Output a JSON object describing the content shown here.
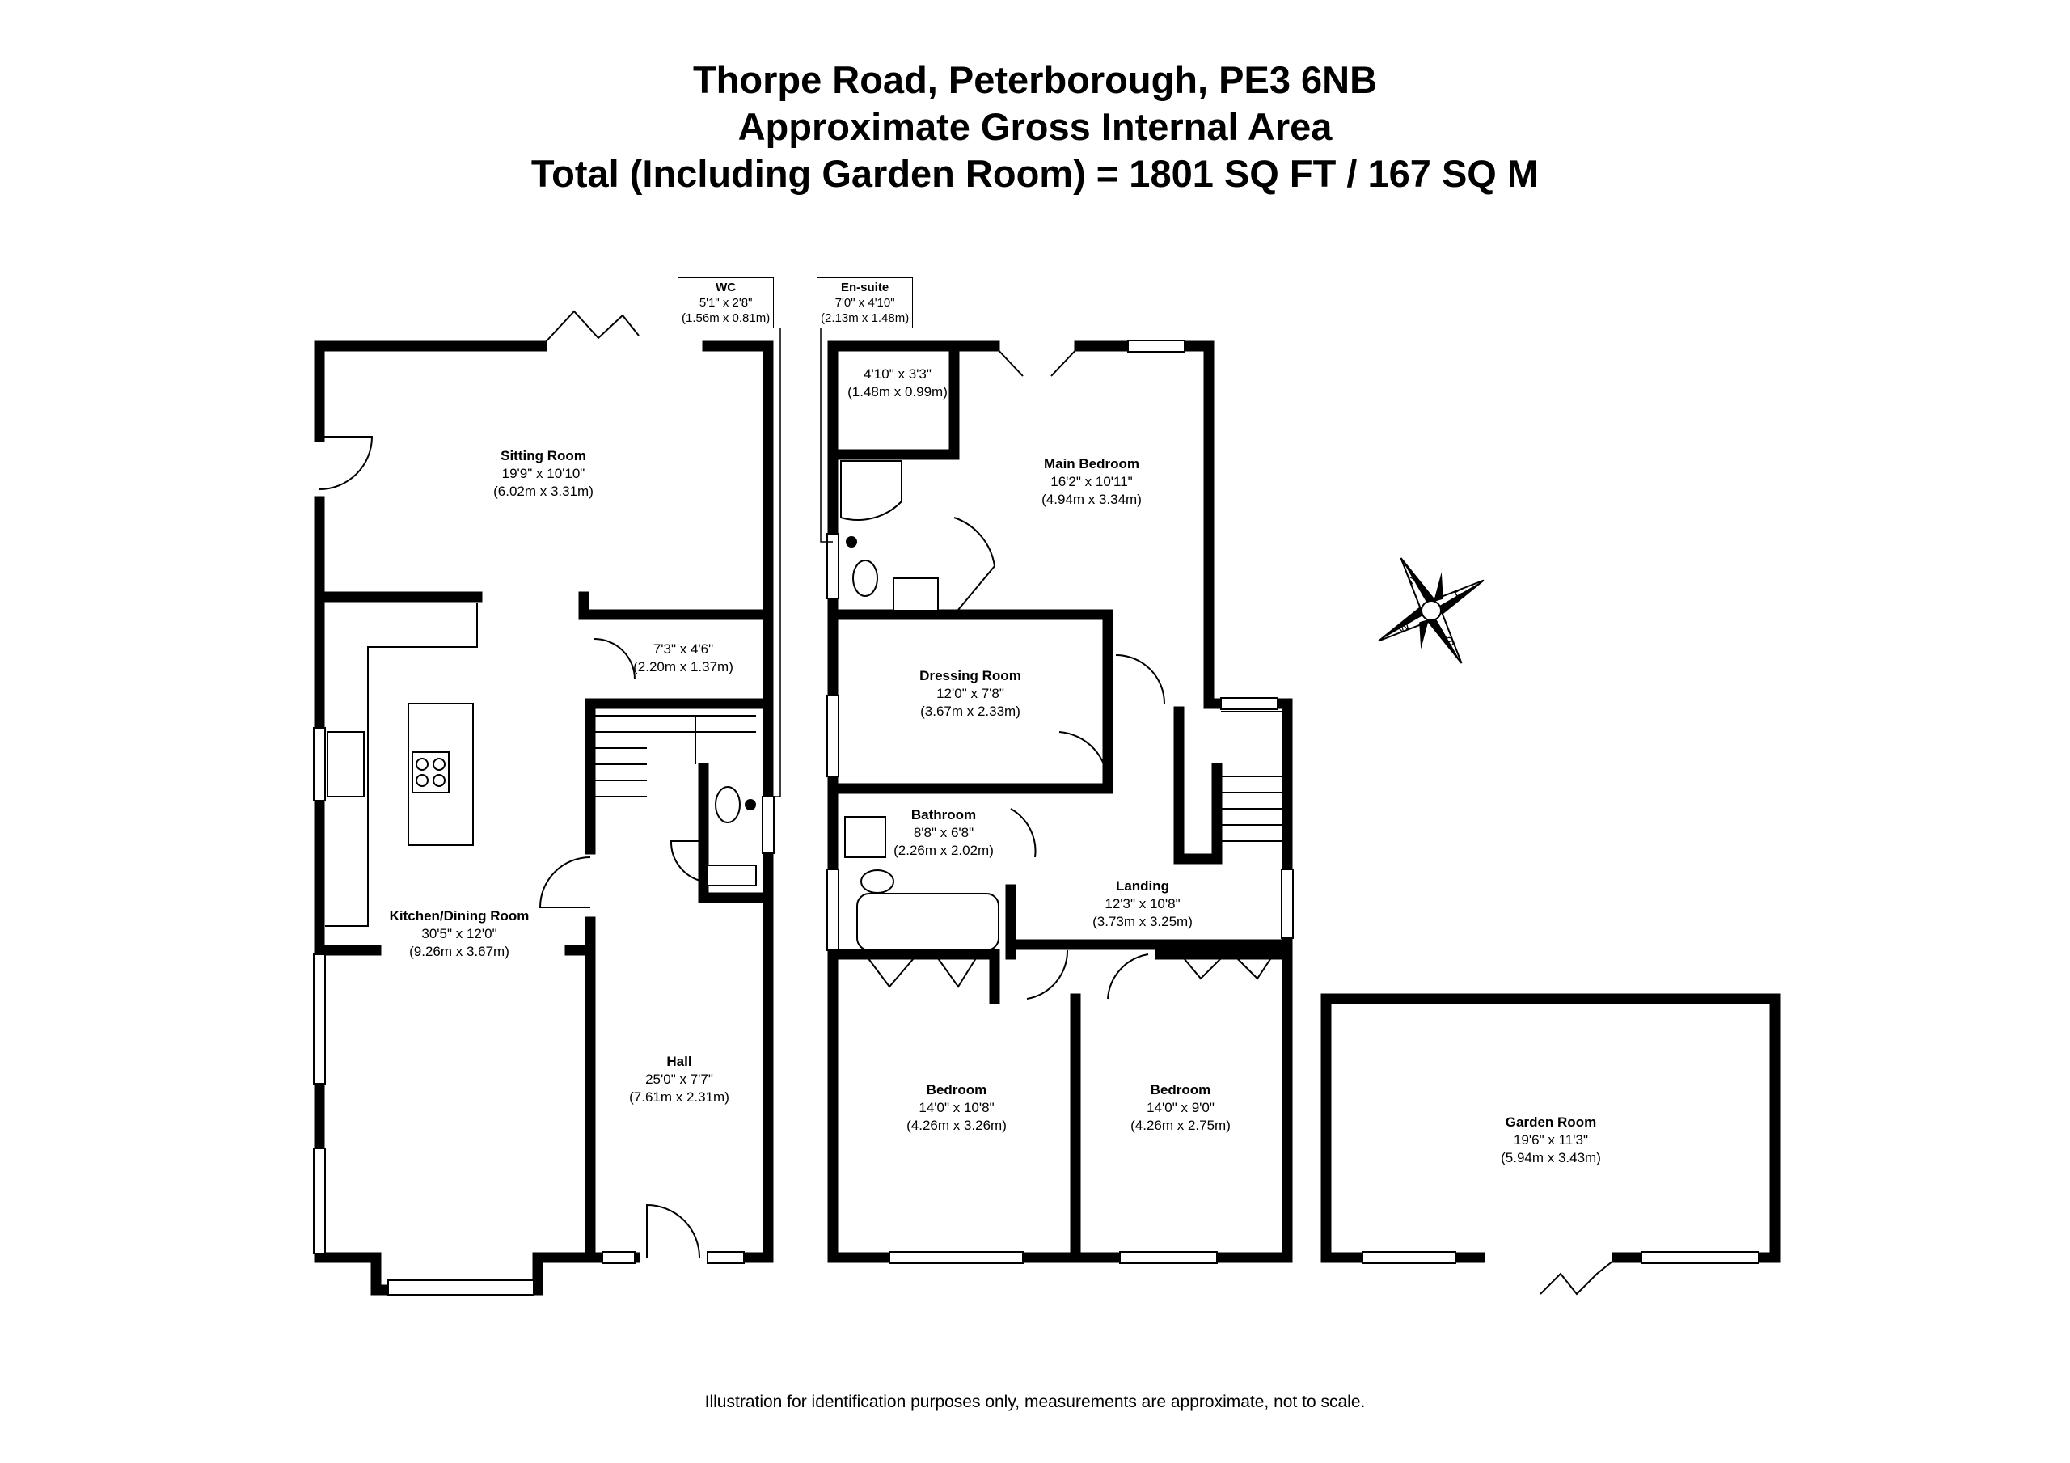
{
  "title": {
    "line1": "Thorpe Road, Peterborough, PE3 6NB",
    "line2": "Approximate Gross Internal Area",
    "line3": "Total (Including Garden Room) = 1801 SQ FT / 167 SQ M"
  },
  "rooms": {
    "sitting_room": {
      "name": "Sitting Room",
      "imperial": "19'9\" x 10'10\"",
      "metric": "(6.02m x 3.31m)"
    },
    "kitchen_dining": {
      "name": "Kitchen/Dining Room",
      "imperial": "30'5\" x 12'0\"",
      "metric": "(9.26m x 3.67m)"
    },
    "store": {
      "imperial": "7'3\" x 4'6\"",
      "metric": "(2.20m x 1.37m)"
    },
    "hall": {
      "name": "Hall",
      "imperial": "25'0\" x 7'7\"",
      "metric": "(7.61m x 2.31m)"
    },
    "ensuite_store": {
      "imperial": "4'10\" x 3'3\"",
      "metric": "(1.48m x 0.99m)"
    },
    "main_bedroom": {
      "name": "Main Bedroom",
      "imperial": "16'2\" x 10'11\"",
      "metric": "(4.94m x 3.34m)"
    },
    "dressing_room": {
      "name": "Dressing Room",
      "imperial": "12'0\" x 7'8\"",
      "metric": "(3.67m x 2.33m)"
    },
    "bathroom": {
      "name": "Bathroom",
      "imperial": "8'8\" x 6'8\"",
      "metric": "(2.26m x 2.02m)"
    },
    "landing": {
      "name": "Landing",
      "imperial": "12'3\" x 10'8\"",
      "metric": "(3.73m x 3.25m)"
    },
    "bedroom_2": {
      "name": "Bedroom",
      "imperial": "14'0\" x 10'8\"",
      "metric": "(4.26m x 3.26m)"
    },
    "bedroom_3": {
      "name": "Bedroom",
      "imperial": "14'0\" x 9'0\"",
      "metric": "(4.26m x 2.75m)"
    },
    "garden_room": {
      "name": "Garden Room",
      "imperial": "19'6\" x 11'3\"",
      "metric": "(5.94m x 3.43m)"
    }
  },
  "callouts": {
    "wc": {
      "name": "WC",
      "imperial": "5'1\" x 2'8\"",
      "metric": "(1.56m x 0.81m)"
    },
    "ensuite": {
      "name": "En-suite",
      "imperial": "7'0\" x 4'10\"",
      "metric": "(2.13m x 1.48m)"
    }
  },
  "compass": {
    "icon": "compass-rose-icon",
    "n": "N",
    "e": "E",
    "s": "S",
    "w": "W"
  },
  "disclaimer": "Illustration for identification purposes only, measurements are approximate, not to scale.",
  "colors": {
    "wall": "#000000",
    "background": "#ffffff"
  }
}
